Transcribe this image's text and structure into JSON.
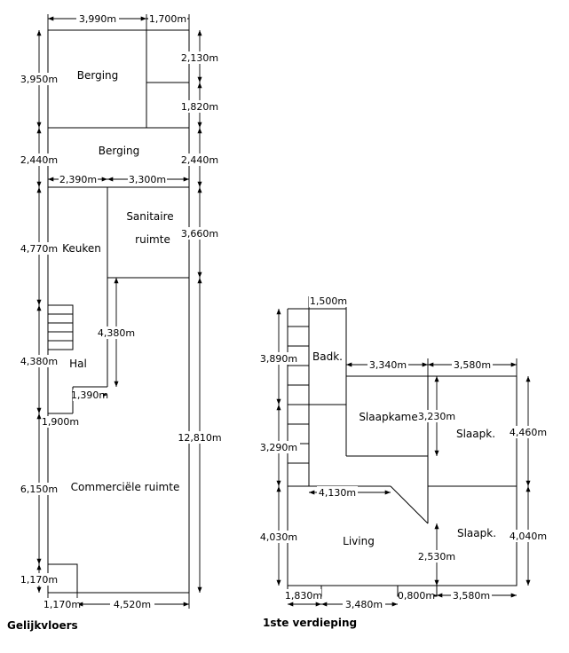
{
  "floors": {
    "ground": {
      "title": "Gelijkvloers",
      "rooms": {
        "berging_top": "Berging",
        "berging_mid": "Berging",
        "keuken": "Keuken",
        "sanitaire_1": "Sanitaire",
        "sanitaire_2": "ruimte",
        "hal": "Hal",
        "commercieel": "Commerciële ruimte"
      },
      "dims": {
        "top_left": "3,990m",
        "top_right": "1,700m",
        "left_berging": "3,950m",
        "right_2130": "2,130m",
        "right_1820": "1,820m",
        "left_2440": "2,440m",
        "right_2440": "2,440m",
        "w_2390": "2,390m",
        "w_3300": "3,300m",
        "left_4770": "4,770m",
        "right_3660": "3,660m",
        "left_4380": "4,380m",
        "inner_4380": "4,380m",
        "w_1390": "1,390m",
        "w_1900": "1,900m",
        "right_12810": "12,810m",
        "left_6150": "6,150m",
        "left_1170": "1,170m",
        "bottom_1170": "1,170m",
        "bottom_4520": "4,520m"
      }
    },
    "first": {
      "title": "1ste verdieping",
      "rooms": {
        "badk": "Badk.",
        "slaapkamer": "Slaapkamer",
        "slaapk_1": "Slaapk.",
        "slaapk_2": "Slaapk.",
        "living": "Living"
      },
      "dims": {
        "w_1500": "1,500m",
        "left_3890": "3,890m",
        "w_3340": "3,340m",
        "w_3580_top": "3,580m",
        "inner_3230": "3,230m",
        "right_4460": "4,460m",
        "left_3290": "3,290m",
        "w_4130": "4,130m",
        "left_4030": "4,030m",
        "inner_2530": "2,530m",
        "right_4040": "4,040m",
        "bottom_1830": "1,830m",
        "bottom_3480": "3,480m",
        "bottom_0800": "0,800m",
        "bottom_3580": "3,580m"
      }
    }
  }
}
